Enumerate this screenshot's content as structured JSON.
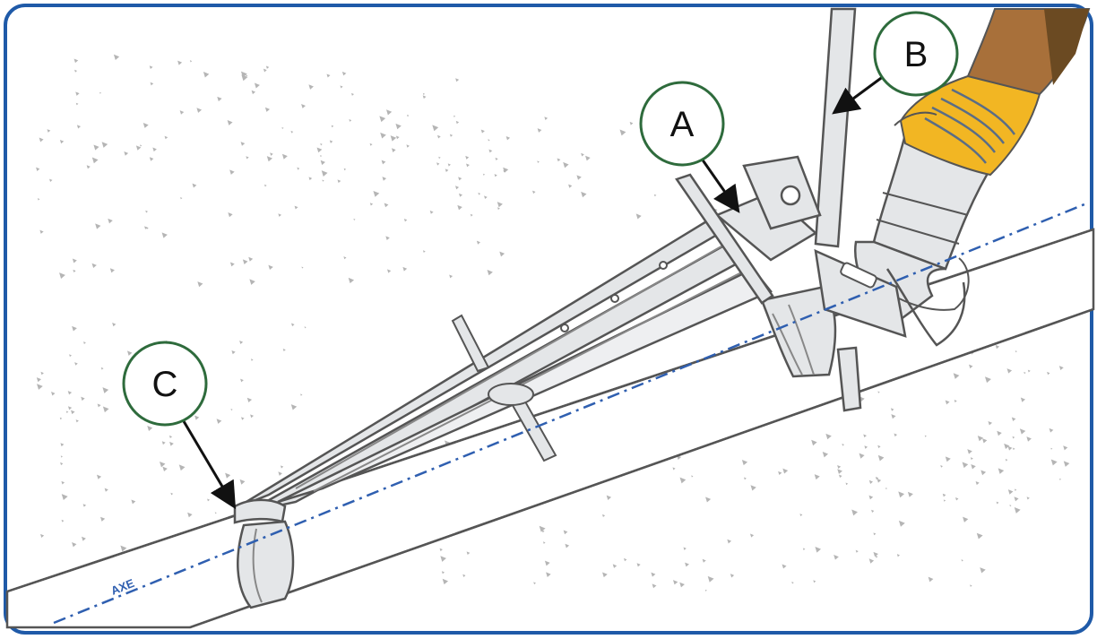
{
  "diagram": {
    "callouts": [
      {
        "id": "A",
        "label": "A"
      },
      {
        "id": "B",
        "label": "B"
      },
      {
        "id": "C",
        "label": "C"
      }
    ],
    "axis_label": "AXE"
  },
  "colors": {
    "frame": "#1f5aa8",
    "callout_ring": "#2e6b3c",
    "axis_line": "#2f5fb0",
    "outline": "#555555",
    "metal_fill": "#e4e6e8",
    "pipe_fill": "#ffffff",
    "speckle": "#b5b5b5",
    "glove": "#f2b623",
    "glove_stripe": "#5a6d86",
    "skin": "#a8703a",
    "sleeve": "#6b4a22"
  },
  "icons": {
    "arrow": "arrow-icon",
    "callout": "callout-circle-icon"
  }
}
